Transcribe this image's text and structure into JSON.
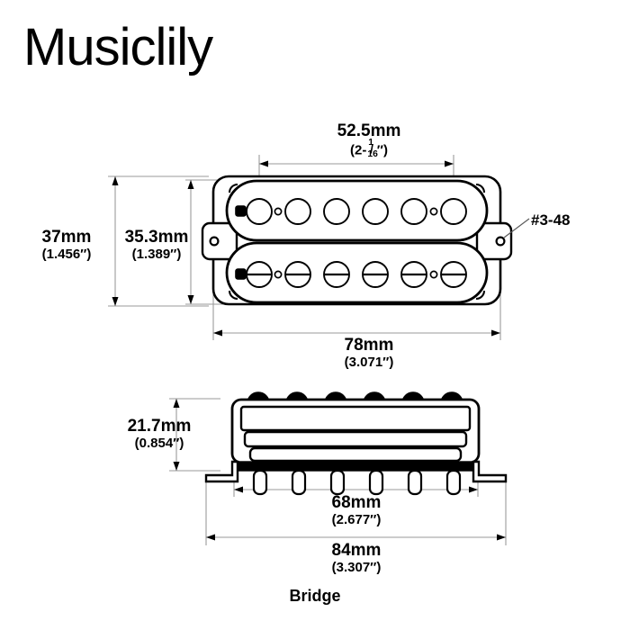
{
  "brand": {
    "name": "Musiclily"
  },
  "caption": {
    "text": "Bridge"
  },
  "callouts": {
    "screw_thread": "#3-48"
  },
  "dimensions": {
    "top_width": {
      "value": "52.5mm",
      "alt_whole": "(2-",
      "alt_num": "1",
      "alt_den": "16",
      "alt_tail": "″)"
    },
    "total_height": {
      "value": "37mm",
      "alt": "(1.456″)"
    },
    "cover_height": {
      "value": "35.3mm",
      "alt": "(1.389″)"
    },
    "base_width": {
      "value": "78mm",
      "alt": "(3.071″)"
    },
    "side_height": {
      "value": "21.7mm",
      "alt": "(0.854″)"
    },
    "body_width": {
      "value": "68mm",
      "alt": "(2.677″)"
    },
    "overall_width": {
      "value": "84mm",
      "alt": "(3.307″)"
    }
  },
  "drawing": {
    "type": "technical-dimension-drawing",
    "subject": "guitar humbucker pickup",
    "views": [
      "top-view",
      "side-view"
    ],
    "top_view": {
      "pole_pieces_upper_row": 6,
      "pole_pieces_lower_row": 6,
      "lower_row_style": "slotted-screw",
      "upper_row_style": "plain-round",
      "mounting_tabs": 2,
      "tab_hole_count": 2,
      "small_vent_holes": 4,
      "corner_studs": 4
    },
    "side_view": {
      "pole_domes": 6,
      "pole_stems": 6,
      "mounting_legs": 2,
      "baseplate": "solid-black"
    },
    "colors": {
      "outline": "#000000",
      "dimension_line": "#9a9a9a",
      "fill": "#ffffff",
      "baseplate": "#000000"
    }
  }
}
